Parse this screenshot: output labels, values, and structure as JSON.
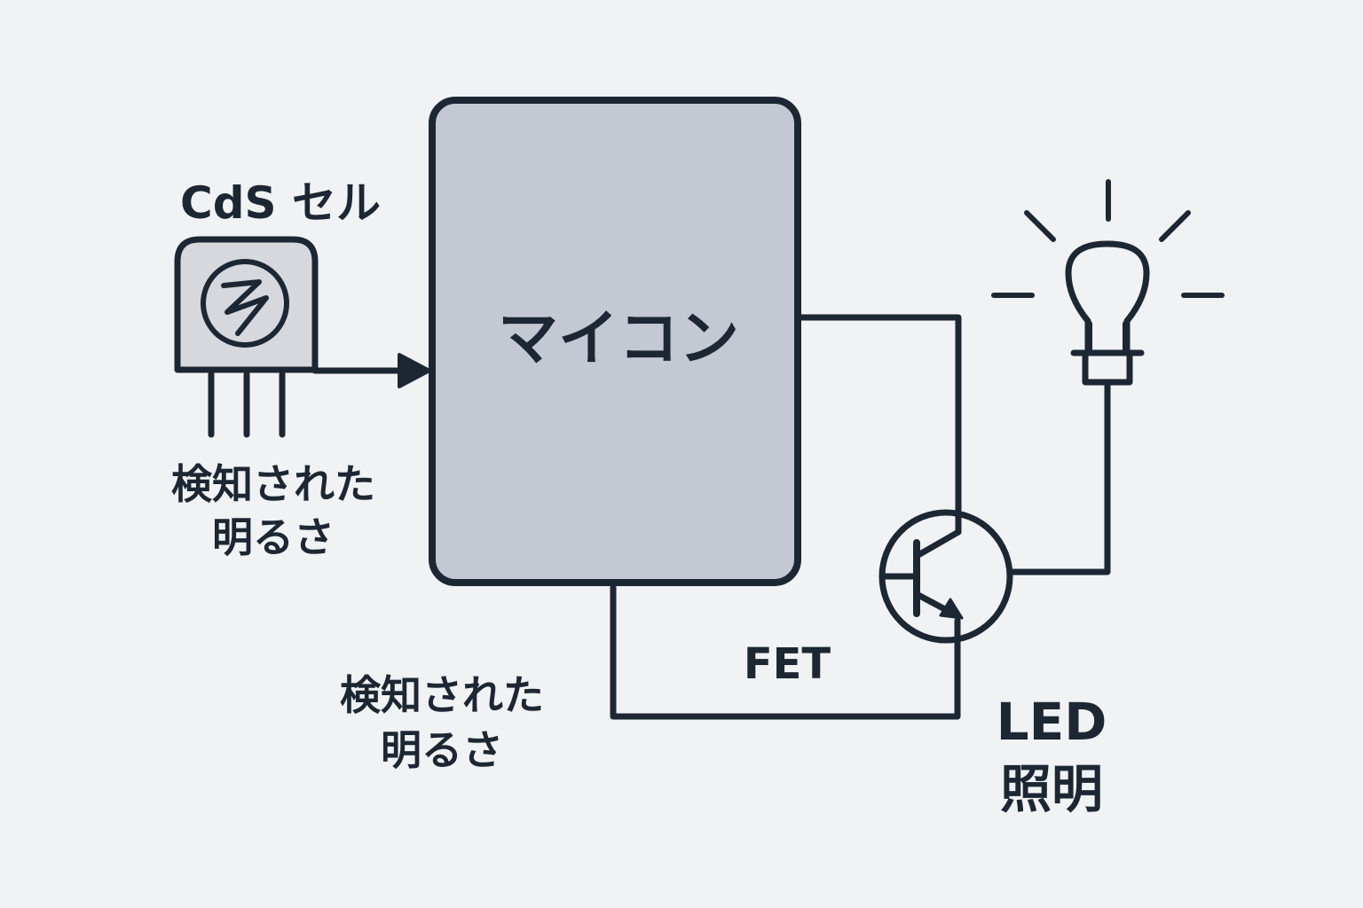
{
  "colors": {
    "background": "#f1f2f4",
    "stroke": "#1d2733",
    "mcu_fill": "#c3c8d2",
    "sensor_fill": "#d6d8dd"
  },
  "labels": {
    "cds_title": "CdS セル",
    "detected_brightness_1_line1": "検知された",
    "detected_brightness_1_line2": "明るさ",
    "mcu": "マイコン",
    "fet": "FET",
    "detected_brightness_2_line1": "検知された",
    "detected_brightness_2_line2": "明るさ",
    "led_line1": "LED",
    "led_line2": "照明"
  },
  "icons": {
    "sensor": "cds-photoresistor-icon",
    "transistor": "npn-transistor-symbol",
    "lamp": "light-bulb-icon"
  }
}
